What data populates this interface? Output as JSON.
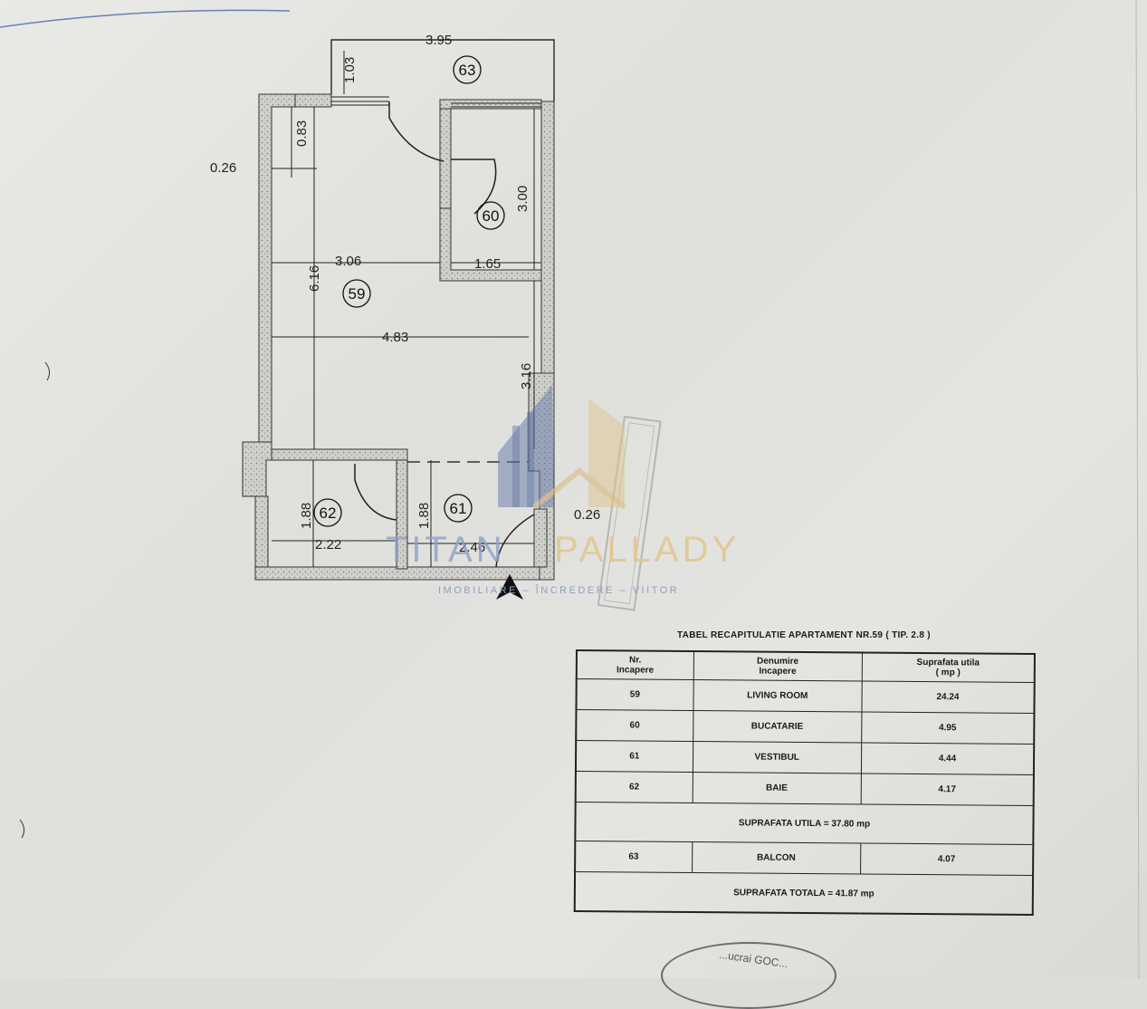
{
  "plan": {
    "dimensions": {
      "top_width": "3.95",
      "balcony_depth": "1.03",
      "wall_upper_left": "0.83",
      "wall_left": "0.26",
      "kitchen_depth": "3.00",
      "living_width_upper": "3.06",
      "kitchen_width": "1.65",
      "living_depth": "6.16",
      "living_width": "4.83",
      "living_lower_depth": "3.16",
      "bath_depth": "1.88",
      "hall_depth": "1.88",
      "wall_right_lower": "0.26",
      "bath_width": "2.22",
      "hall_width": "2.46"
    },
    "room_numbers": {
      "balcony": "63",
      "kitchen": "60",
      "living": "59",
      "bath": "62",
      "hall": "61"
    }
  },
  "watermark": {
    "name_part1": "TITAN",
    "name_part2": "PALLADY",
    "tagline": "IMOBILIARE – ÎNCREDERE – VIITOR"
  },
  "table": {
    "title": "TABEL RECAPITULATIE APARTAMENT NR.59 ( TIP. 2.8 )",
    "headers": {
      "nr_line1": "Nr.",
      "nr_line2": "Incapere",
      "name_line1": "Denumire",
      "name_line2": "Incapere",
      "area_line1": "Suprafata utila",
      "area_line2": "( mp )"
    },
    "rows": [
      {
        "nr": "59",
        "name": "LIVING ROOM",
        "area": "24.24"
      },
      {
        "nr": "60",
        "name": "BUCATARIE",
        "area": "4.95"
      },
      {
        "nr": "61",
        "name": "VESTIBUL",
        "area": "4.44"
      },
      {
        "nr": "62",
        "name": "BAIE",
        "area": "4.17"
      }
    ],
    "useful_total": "SUPRAFATA UTILA = 37.80 mp",
    "balcony_row": {
      "nr": "63",
      "name": "BALCON",
      "area": "4.07"
    },
    "grand_total": "SUPRAFATA TOTALA = 41.87 mp"
  },
  "stamp": {
    "text": "...ucrai GOC..."
  }
}
